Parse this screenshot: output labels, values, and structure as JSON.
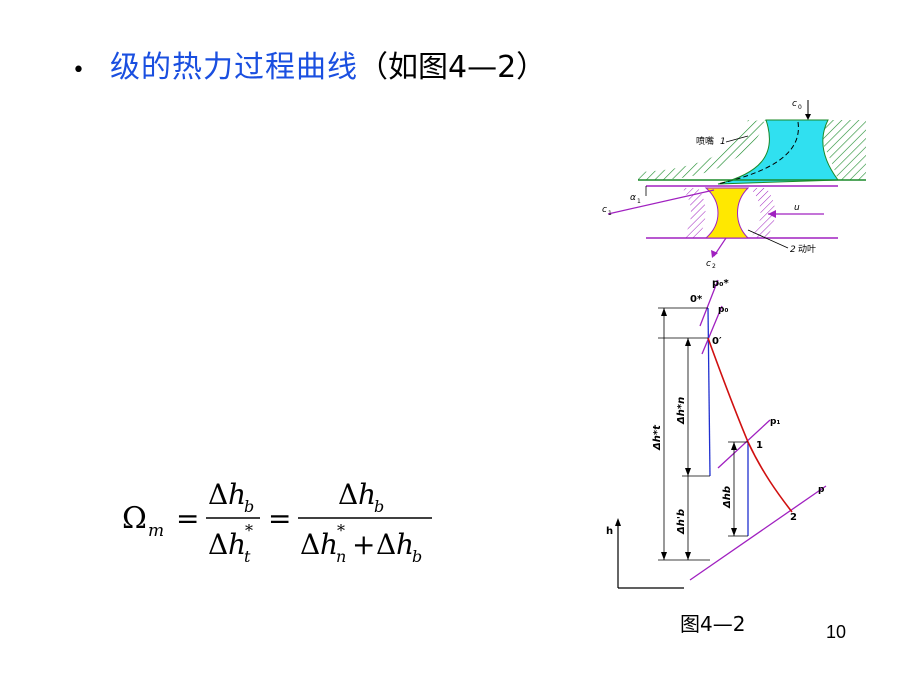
{
  "slide": {
    "title_blue": "级的热力过程曲线",
    "title_black": "（如图4—2）",
    "page_number": "10",
    "caption": "图4—2"
  },
  "formula": {
    "lhs": "Ω",
    "lhs_sub": "m",
    "eq": "=",
    "delta": "Δ",
    "h": "h",
    "sub_b": "b",
    "sub_t": "t",
    "sub_n": "n",
    "star": "*",
    "plus": "+"
  },
  "fig_top": {
    "c0": "c",
    "c0_sub": "0",
    "nozzle_label": "喷嘴",
    "nozzle_num": "1",
    "alpha": "α",
    "alpha_sub": "1",
    "c1": "c",
    "c1_sub": "1",
    "u": "u",
    "blade_num": "2",
    "blade_label": "动叶",
    "c2": "c",
    "c2_sub": "2"
  },
  "fig_hs": {
    "p0_star": "p₀*",
    "p0": "p₀",
    "pt_0star": "0*",
    "pt_0prime": "0′",
    "p1": "p₁",
    "pt_1": "1",
    "p": "p",
    "pt_2": "2",
    "dh_t": "Δh*t",
    "dh_n": "Δh*n",
    "dh_b": "Δhb",
    "dh_b2": "Δh'b",
    "axis_h": "h"
  },
  "colors": {
    "title_blue": "#1a4fe0",
    "magenta": "#a020c0",
    "red": "#d01010",
    "blue_line": "#2030d0",
    "cyan": "#30e0f0",
    "yellow": "#ffe800",
    "green": "#1a8a2a"
  }
}
